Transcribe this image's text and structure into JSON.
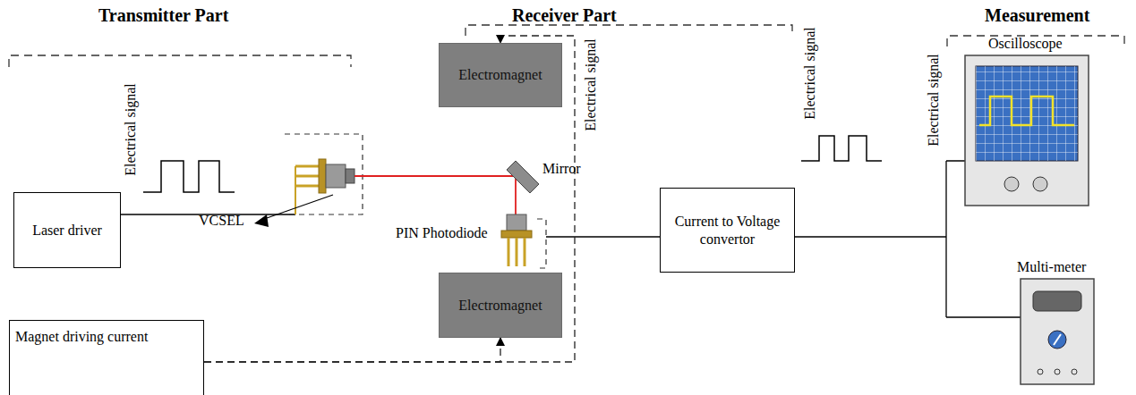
{
  "diagram": {
    "nodes": [
      {
        "text": [
          "Laser driver"
        ]
      },
      {
        "text": [
          "Electromagnet"
        ]
      },
      {
        "text": [
          "Electromagnet"
        ]
      },
      {
        "text": [
          "Current to Voltage convertor"
        ]
      },
      {
        "text": [
          "Magnet driving current"
        ]
      }
    ],
    "edges": [
      {
        "from": 4,
        "to": 2,
        "arrow": "to"
      },
      {
        "from": 4,
        "to": 1,
        "arrow": "to"
      }
    ],
    "labels": [
      "Transmitter Part",
      "Receiver Part",
      "Measurement",
      "Electrical signal",
      "Electrical signal",
      "Electrical signal",
      "Electrical signal",
      "VCSEL",
      "Mirror",
      "PIN Photodiode",
      "Oscilloscope",
      "Multi-meter"
    ]
  }
}
